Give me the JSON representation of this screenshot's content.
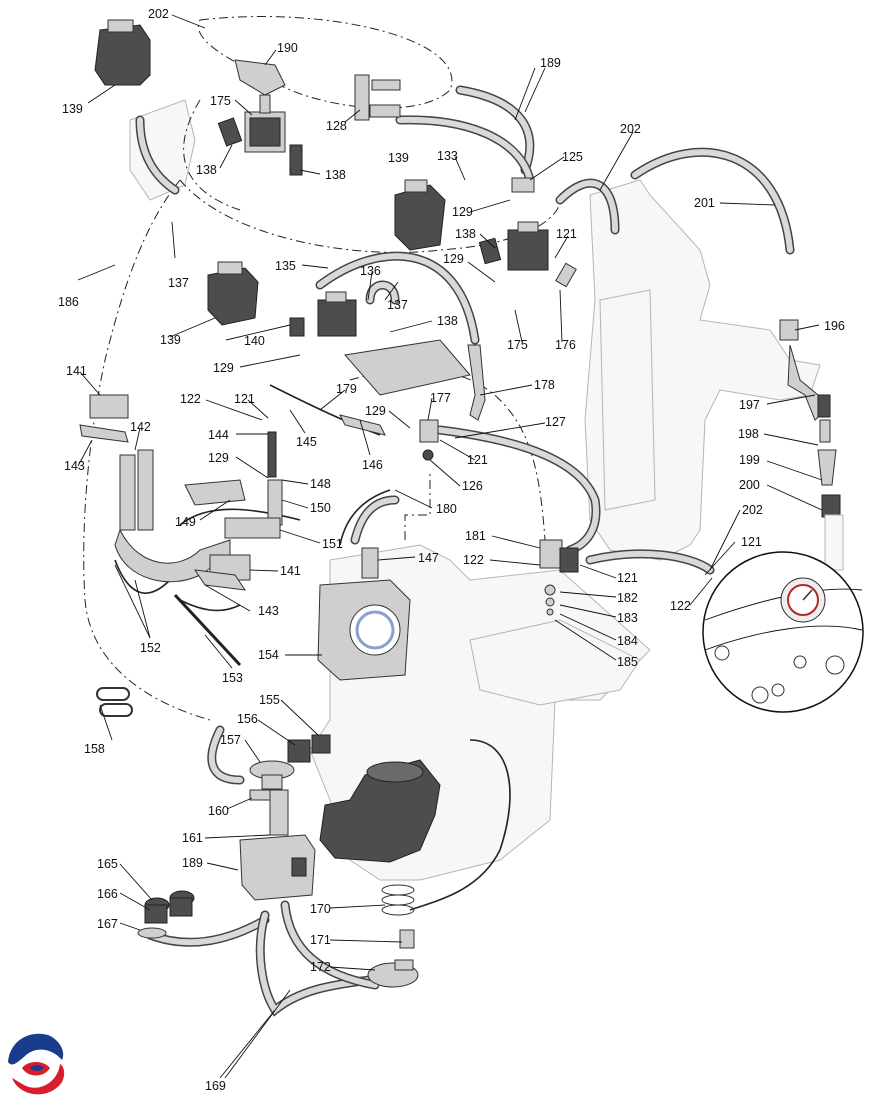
{
  "labels": {
    "l202a": "202",
    "l190": "190",
    "l189a": "189",
    "l139a": "139",
    "l175a": "175",
    "l128": "128",
    "l138a": "138",
    "l138b": "138",
    "l133": "133",
    "l139b": "139",
    "l125": "125",
    "l202b": "202",
    "l201": "201",
    "l129a": "129",
    "l138c": "138",
    "l121a": "121",
    "l137a": "137",
    "l186": "186",
    "l135": "135",
    "l136": "136",
    "l137b": "137",
    "l129b": "129",
    "l196": "196",
    "l139c": "139",
    "l140": "140",
    "l138d": "138",
    "l129c": "129",
    "l175b": "175",
    "l176": "176",
    "l178": "178",
    "l179": "179",
    "l141a": "141",
    "l122a": "122",
    "l121b": "121",
    "l177": "177",
    "l197": "197",
    "l129d": "129",
    "l127": "127",
    "l198": "198",
    "l142": "142",
    "l144": "144",
    "l145": "145",
    "l146": "146",
    "l121c": "121",
    "l143a": "143",
    "l199": "199",
    "l129e": "129",
    "l148": "148",
    "l126": "126",
    "l200": "200",
    "l149": "149",
    "l150": "150",
    "l180": "180",
    "l202c": "202",
    "l181": "181",
    "l121d": "121",
    "l151": "151",
    "l122b": "122",
    "l147": "147",
    "l121e": "121",
    "l141b": "141",
    "l182": "182",
    "l122c": "122",
    "l143b": "143",
    "l183": "183",
    "l184": "184",
    "l152": "152",
    "l154": "154",
    "l185": "185",
    "l153": "153",
    "l155": "155",
    "l158": "158",
    "l156": "156",
    "l157": "157",
    "l160": "160",
    "l161": "161",
    "l165": "165",
    "l189b": "189",
    "l166": "166",
    "l170": "170",
    "l167": "167",
    "l171": "171",
    "l172": "172",
    "l169": "169"
  },
  "colors": {
    "logo_blue": "#1a3c8c",
    "logo_red": "#d81e2a"
  }
}
